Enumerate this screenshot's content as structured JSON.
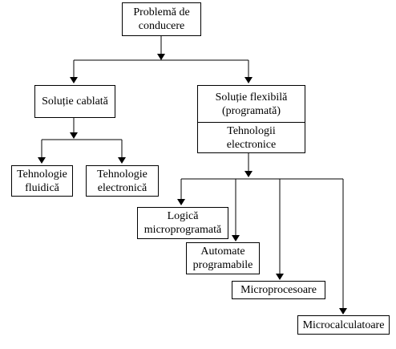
{
  "diagram": {
    "nodes": {
      "problem": {
        "lines": [
          "Problemă de",
          "conducere"
        ]
      },
      "wired": {
        "lines": [
          "Soluție cablată"
        ]
      },
      "flexible": {
        "lines": [
          "Soluție flexibilă",
          "(programată)"
        ]
      },
      "electronic_tech": {
        "lines": [
          "Tehnologii",
          "electronice"
        ]
      },
      "fluidic": {
        "lines": [
          "Tehnologie",
          "fluidică"
        ]
      },
      "electronic": {
        "lines": [
          "Tehnologie",
          "electronică"
        ]
      },
      "microprog_logic": {
        "lines": [
          "Logică",
          "microprogramată"
        ]
      },
      "plc": {
        "lines": [
          "Automate",
          "programabile"
        ]
      },
      "microprocessors": {
        "lines": [
          "Microprocesoare"
        ]
      },
      "microcomputers": {
        "lines": [
          "Microcalculatoare"
        ]
      }
    },
    "edges": [
      {
        "from": "problem",
        "to": "wired"
      },
      {
        "from": "problem",
        "to": "flexible"
      },
      {
        "from": "wired",
        "to": "fluidic"
      },
      {
        "from": "wired",
        "to": "electronic"
      },
      {
        "from": "electronic_tech",
        "to": "microprog_logic"
      },
      {
        "from": "electronic_tech",
        "to": "plc"
      },
      {
        "from": "electronic_tech",
        "to": "microprocessors"
      },
      {
        "from": "electronic_tech",
        "to": "microcomputers"
      }
    ],
    "colors": {
      "stroke": "#000000",
      "fill": "#ffffff",
      "text": "#000000"
    }
  }
}
